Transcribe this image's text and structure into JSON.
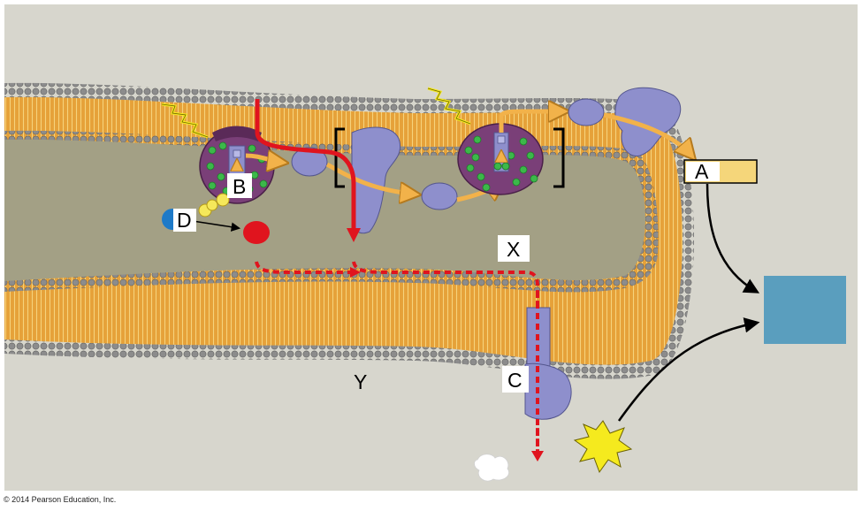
{
  "labels": {
    "a": "A",
    "b": "B",
    "c": "C",
    "d": "D",
    "x": "X",
    "y": "Y"
  },
  "copyright": "© 2014 Pearson Education, Inc.",
  "colors": {
    "background": "#d7d6cd",
    "lumen": "#a3a085",
    "lipid_tail": "#e9a53a",
    "lipid_head": "#8f8f8f",
    "photosystem": "#7a3f78",
    "chlorophyll": "#3cb84a",
    "carrier_protein": "#8e8fcc",
    "electron_flow": "#f2b24a",
    "red_path": "#e0141e",
    "output_box": "#5a9ebe",
    "light": "#f5ea1e"
  }
}
